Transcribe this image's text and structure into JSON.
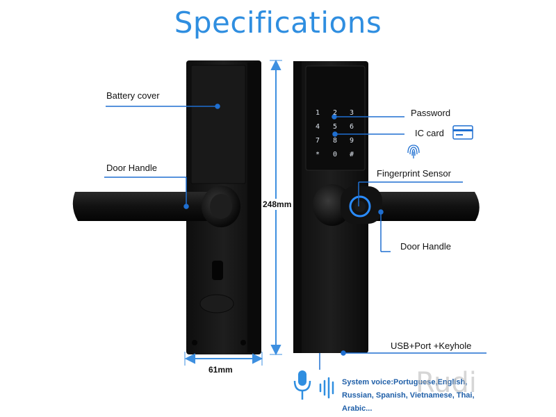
{
  "title": "Specifications",
  "labels": {
    "battery_cover": "Battery cover",
    "door_handle_left": "Door Handle",
    "password": "Password",
    "ic_card": "IC card",
    "fingerprint": "Fingerprint Sensor",
    "door_handle_right": "Door Handle",
    "usb": "USB+Port +Keyhole"
  },
  "dimensions": {
    "height": "248mm",
    "width": "61mm"
  },
  "keypad": [
    "1",
    "2",
    "3",
    "4",
    "5",
    "6",
    "7",
    "8",
    "9",
    "*",
    "0",
    "#"
  ],
  "voice": {
    "line1": "System voice:Portuguese,English,",
    "line2": "Russian, Spanish, Vietnamese, Thai,",
    "line3": "Arabic..."
  },
  "watermark": "Rudi",
  "colors": {
    "accent": "#2f8ee0",
    "callout": "#1f6fd1",
    "lock_body": "#141414",
    "fingerprint_ring": "#2a8cff"
  },
  "icons": [
    "fingerprint-icon",
    "card-icon",
    "microphone-icon",
    "sound-wave-icon"
  ]
}
